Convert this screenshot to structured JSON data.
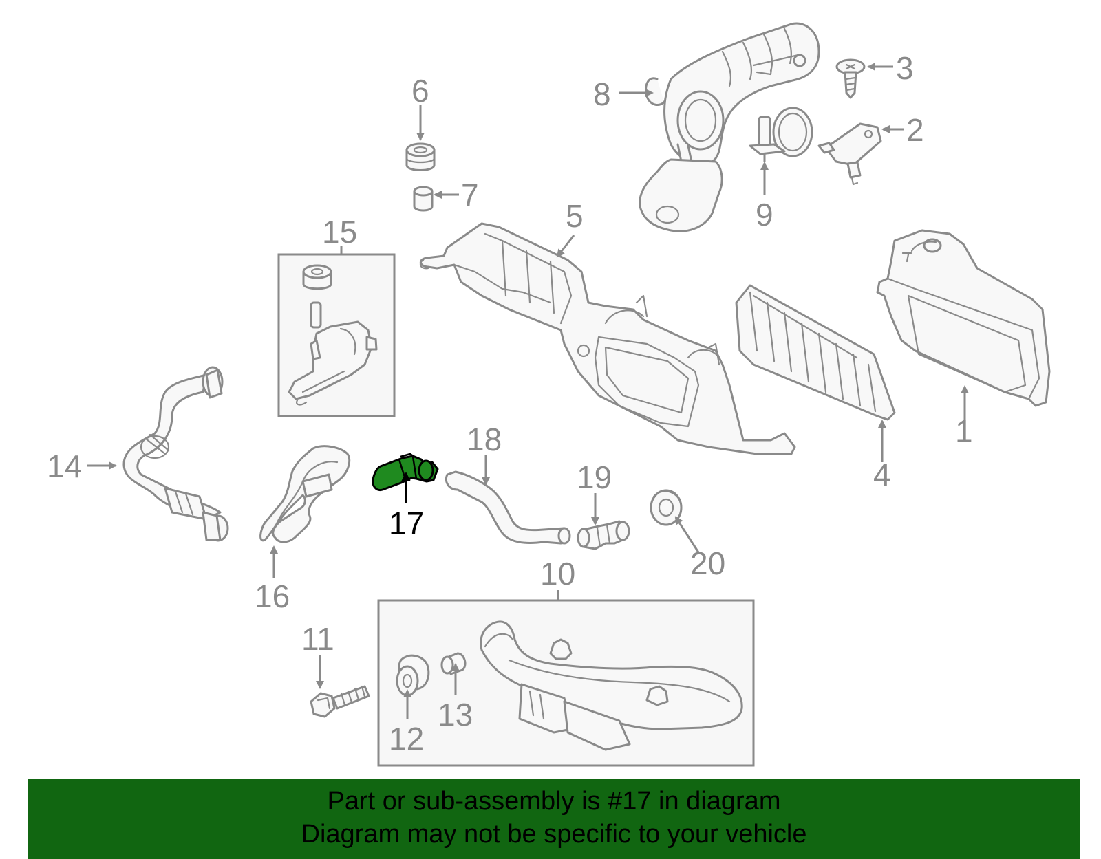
{
  "colors": {
    "banner_bg": "#116611",
    "highlight": "#1f8a1f",
    "line_art": "#8a8a8a"
  },
  "callouts": {
    "c1": "1",
    "c2": "2",
    "c3": "3",
    "c4": "4",
    "c5": "5",
    "c6": "6",
    "c7": "7",
    "c8": "8",
    "c9": "9",
    "c10": "10",
    "c11": "11",
    "c12": "12",
    "c13": "13",
    "c14": "14",
    "c15": "15",
    "c16": "16",
    "c17": "17",
    "c18": "18",
    "c19": "19",
    "c20": "20"
  },
  "highlighted_part": "17",
  "banner": {
    "line1": "Part or sub-assembly is #17 in diagram",
    "line2": "Diagram may not be specific to your vehicle"
  }
}
